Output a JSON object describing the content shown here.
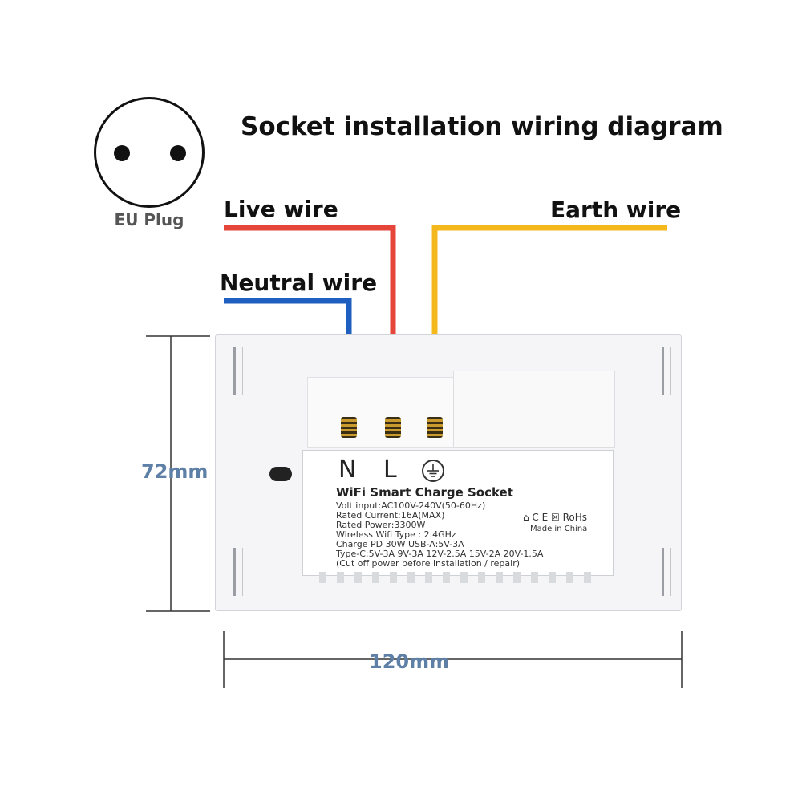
{
  "diagram": {
    "title": "Socket installation wiring diagram",
    "plug": {
      "label": "EU Plug",
      "icon": "eu-plug-icon"
    },
    "wires": {
      "live": {
        "label": "Live wire",
        "color": "#e6463a"
      },
      "neutral": {
        "label": "Neutral wire",
        "color": "#1f5fbf"
      },
      "earth": {
        "label": "Earth wire",
        "color": "#f5b81c"
      }
    },
    "terminals": {
      "neutral": "N",
      "live": "L",
      "earth_icon": "earth-ground-icon"
    },
    "label_card": {
      "product_name": "WiFi Smart Charge Socket",
      "specs": [
        "Volt input:AC100V-240V(50-60Hz)",
        "Rated Current:16A(MAX)",
        "Rated Power:3300W",
        "Wireless Wifi Type : 2.4GHz",
        "Charge PD 30W   USB-A:5V-3A",
        "Type-C:5V-3A  9V-3A 12V-2.5A 15V-2A 20V-1.5A",
        "(Cut off power before installation / repair)"
      ],
      "cert_marks": "⌂ C E ☒ RoHs",
      "origin": "Made in China"
    },
    "dimensions": {
      "height": "72mm",
      "width": "120mm"
    }
  }
}
